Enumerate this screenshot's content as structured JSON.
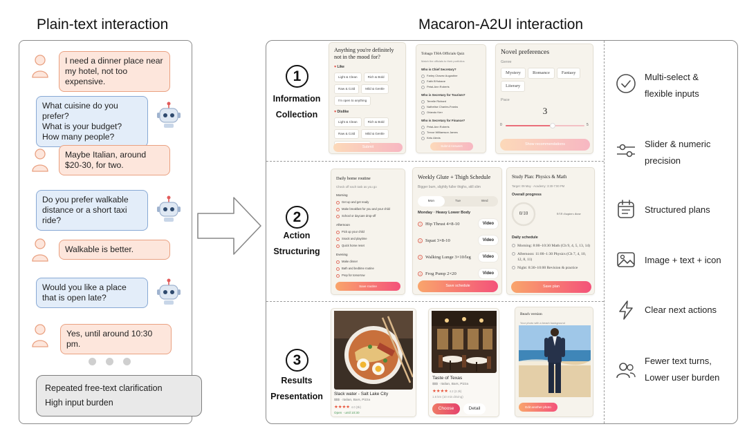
{
  "headings": {
    "left": "Plain-text interaction",
    "right": "Macaron-A2UI interaction"
  },
  "chat": [
    {
      "role": "user",
      "text": "I need a dinner place near\nmy hotel, not too expensive."
    },
    {
      "role": "bot",
      "text": "What cuisine do you prefer?\nWhat is your budget?\nHow many people?"
    },
    {
      "role": "user",
      "text": "Maybe Italian, around\n$20-30, for two."
    },
    {
      "role": "bot",
      "text": "Do you prefer walkable\ndistance or a short taxi\nride?"
    },
    {
      "role": "user",
      "text": "Walkable is better."
    },
    {
      "role": "bot",
      "text": "Would you like a place\nthat is open late?"
    },
    {
      "role": "user",
      "text": "Yes, until around 10:30 pm."
    }
  ],
  "left_summary": {
    "line1": "Repeated free-text clarification",
    "line2": "High input burden"
  },
  "steps": [
    {
      "num": "1",
      "label": "Information\nCollection"
    },
    {
      "num": "2",
      "label": "Action\nStructuring"
    },
    {
      "num": "3",
      "label": "Results\nPresentation"
    }
  ],
  "cards": {
    "food_pref": {
      "title": "Anything you're definitely not in the mood for?",
      "like": "Like",
      "dislike": "Dislike",
      "like_chips": [
        "Light & Clean",
        "Rich & Bold",
        "Raw & Cold",
        "Mild & Gentle",
        "I'm open to anything"
      ],
      "dislike_chips": [
        "Light & Clean",
        "Rich & Bold",
        "Raw & Cold",
        "Mild & Gentle",
        "I'm open to anything"
      ],
      "button": "Submit"
    },
    "quiz": {
      "title": "Tobago THA Officials Quiz",
      "subtitle": "Match the officials to their portfolios",
      "questions": [
        {
          "q": "Who is Chief Secretary?",
          "options": [
            "Farley Chavez Augustine",
            "Faith BYisbane",
            "Petal-Ann Roberts"
          ]
        },
        {
          "q": "Who is Secretary for Tourism?",
          "options": [
            "Terrelle Richard",
            "Nathelise Charles-Franks",
            "Orlando Kerr"
          ]
        },
        {
          "q": "Who is Secretary for Finance?",
          "options": [
            "Petal-Ann Roberts",
            "Trevor Williamson James",
            "Ketu Alexis"
          ]
        }
      ],
      "button": "Submit Answers"
    },
    "novel": {
      "title": "Novel preferences",
      "genre_label": "Genre",
      "genres": [
        "Mystery",
        "Romance",
        "Fantasy",
        "Literary"
      ],
      "pace_label": "Pace",
      "pace_value": "3",
      "pace_min": "0",
      "pace_max": "5",
      "pace_fraction": 0.6,
      "button": "Show recommendations"
    },
    "routine": {
      "title": "Daily home routine",
      "subtitle": "Check off each task as you go",
      "sections": [
        {
          "name": "Morning",
          "items": [
            "Get up and get ready",
            "Make breakfast for you and your child",
            "School or daycare drop-off"
          ]
        },
        {
          "name": "Afternoon",
          "items": [
            "Pick up your child",
            "Snack and playtime",
            "Quick home reset"
          ]
        },
        {
          "name": "Evening",
          "items": [
            "Make dinner",
            "Bath and bedtime routine",
            "Prep for tomorrow"
          ]
        }
      ],
      "button": "Save routine"
    },
    "glute": {
      "title": "Weekly Glute + Thigh Schedule",
      "subtitle": "Bigger bum, slightly fuller thighs, still slim",
      "tabs": [
        "Mon",
        "Tue",
        "Wed"
      ],
      "day_title": "Monday · Heavy Lower Body",
      "exercises": [
        {
          "num": "1",
          "name": "Hip Thrust 4×8-10"
        },
        {
          "num": "2",
          "name": "Squat 3×8-10"
        },
        {
          "num": "3",
          "name": "Walking Lunge 3×10/leg"
        },
        {
          "num": "4",
          "name": "Frog Pump 2×20"
        }
      ],
      "video_label": "Video",
      "button": "Save schedule"
    },
    "study": {
      "title": "Study Plan: Physics & Math",
      "target": "Target: 09 May · Academy: 3:30-7:00 PM",
      "progress_label": "Overall progress",
      "progress_value": "0/10",
      "progress_note": "0/10 chapters done",
      "schedule_label": "Daily schedule",
      "schedule": [
        "Morning: 8:00–10:30 Math (Ch 9, 4, 5, 13, 14)",
        "Afternoon: 11:00–1:30 Physics (Ch 7, 4, 10, 12, 8, 11)",
        "Night: 8:30–10:00 Revision & practice"
      ],
      "button": "Save plan"
    },
    "restaurant1": {
      "name": "Slack water - Salt Lake City",
      "meta": "$$$ · Italian, Bars, Pizza",
      "stars": "★★★★",
      "rating_note": "4.0 (3k)",
      "open": "Open · until 10:30"
    },
    "restaurant2": {
      "name": "Taste of Texas",
      "meta": "$$$ · Italian, Bars, Pizza",
      "stars": "★★★★",
      "rating_note": "4.2 (2.2k)",
      "distance": "1.6 km (10 min driving)",
      "choose": "Choose",
      "detail": "Detail"
    },
    "beach": {
      "title": "Beach version",
      "subtitle": "Your photo with a beach background",
      "button": "Edit another photo"
    }
  },
  "features": [
    {
      "icon": "check-circle-icon",
      "text": "Multi-select &\nflexible inputs"
    },
    {
      "icon": "slider-icon",
      "text": "Slider & numeric\nprecision"
    },
    {
      "icon": "calendar-icon",
      "text": "Structured plans"
    },
    {
      "icon": "image-icon",
      "text": "Image + text + icon"
    },
    {
      "icon": "lightning-icon",
      "text": "Clear next actions"
    },
    {
      "icon": "users-icon",
      "text": "Fewer text turns,\nLower user burden"
    }
  ],
  "colors": {
    "user_bubble": "#fde6dc",
    "user_border": "#e9a080",
    "bot_bubble": "#e3edf9",
    "bot_border": "#87a8d4",
    "accent_start": "#f9a56b",
    "accent_end": "#f4527a"
  }
}
